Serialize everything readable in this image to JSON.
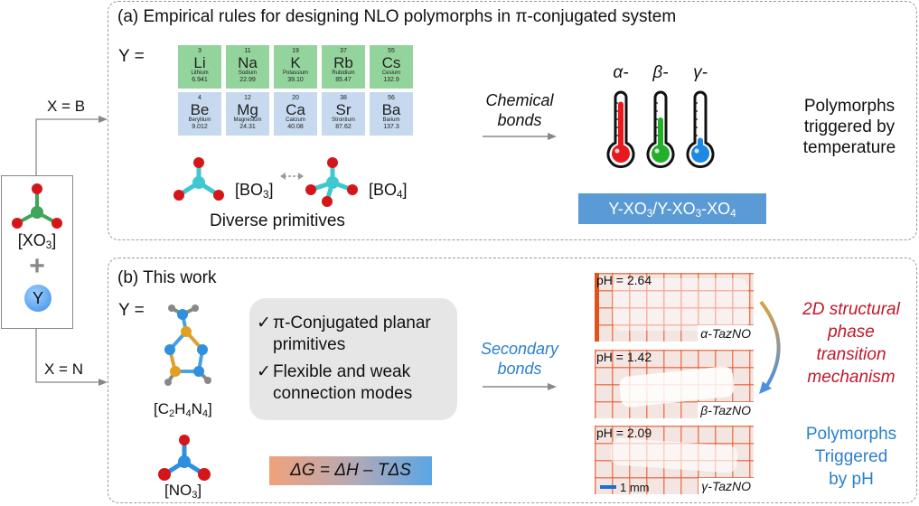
{
  "panel_a": {
    "title": "(a) Empirical rules for designing NLO polymorphs in π-conjugated system",
    "y_equals": "Y =",
    "periodic_row1": [
      {
        "number": "3",
        "symbol": "Li",
        "name": "Lithium",
        "weight": "6.941"
      },
      {
        "number": "11",
        "symbol": "Na",
        "name": "Sodium",
        "weight": "22.99"
      },
      {
        "number": "19",
        "symbol": "K",
        "name": "Potassium",
        "weight": "39.10"
      },
      {
        "number": "37",
        "symbol": "Rb",
        "name": "Rubidium",
        "weight": "85.47"
      },
      {
        "number": "55",
        "symbol": "Cs",
        "name": "Cesium",
        "weight": "132.9"
      }
    ],
    "periodic_row2": [
      {
        "number": "4",
        "symbol": "Be",
        "name": "Beryllium",
        "weight": "9.012"
      },
      {
        "number": "12",
        "symbol": "Mg",
        "name": "Magnesium",
        "weight": "24.31"
      },
      {
        "number": "20",
        "symbol": "Ca",
        "name": "Calcium",
        "weight": "40.08"
      },
      {
        "number": "38",
        "symbol": "Sr",
        "name": "Strontium",
        "weight": "87.62"
      },
      {
        "number": "56",
        "symbol": "Ba",
        "name": "Barium",
        "weight": "137.3"
      }
    ],
    "bo3_label": "[BO",
    "bo3_sub": "3",
    "bo4_label": "[BO",
    "bo4_sub": "4",
    "bracket_close": "]",
    "primitives_caption": "Diverse primitives",
    "arrow_label_line1": "Chemical",
    "arrow_label_line2": "bonds",
    "thermometers": [
      {
        "label": "α-",
        "color": "#e8191e",
        "level": 0.95
      },
      {
        "label": "β-",
        "color": "#22b02a",
        "level": 0.6
      },
      {
        "label": "γ-",
        "color": "#1e88e5",
        "level": 0.15
      }
    ],
    "result_line1": "Polymorphs",
    "result_line2": "triggered by",
    "result_line3": "temperature",
    "formula_box": {
      "p1": "Y-XO",
      "s1": "3",
      "p2": "/Y-XO",
      "s2": "3",
      "p3": "-XO",
      "s3": "4",
      "color": "#5b9bd5"
    }
  },
  "left_box": {
    "xo3_label": "[XO",
    "xo3_sub": "3",
    "bracket_close": "]",
    "plus": "+",
    "y_circle": "Y",
    "branch_top": "X = B",
    "branch_bottom": "X = N"
  },
  "panel_b": {
    "title": "(b) This work",
    "y_equals": "Y =",
    "c2h4n4": {
      "p1": "[C",
      "s1": "2",
      "p2": "H",
      "s2": "4",
      "p3": "N",
      "s3": "4",
      "p4": "]"
    },
    "no3": {
      "p1": "[NO",
      "s1": "3",
      "p2": "]"
    },
    "checklist": [
      {
        "check": "✓",
        "line1": "π-Conjugated planar",
        "line2": "primitives"
      },
      {
        "check": "✓",
        "line1": "Flexible and weak",
        "line2": "connection modes"
      }
    ],
    "gibbs": "ΔG = ΔH – TΔS",
    "arrow_label_line1": "Secondary",
    "arrow_label_line2": "bonds",
    "photos": [
      {
        "ph": "pH = 2.64",
        "label": "α-TazNO"
      },
      {
        "ph": "pH = 1.42",
        "label": "β-TazNO"
      },
      {
        "ph": "pH = 2.09",
        "label": "γ-TazNO"
      }
    ],
    "scale_bar": "1 mm",
    "mechanism": [
      "2D structural",
      "phase",
      "transition",
      "mechanism"
    ],
    "ph_result": [
      "Polymorphs",
      "Triggered",
      "by pH"
    ],
    "colors": {
      "mechanism": "#c0182a",
      "blue_text": "#2a7fd0"
    }
  }
}
